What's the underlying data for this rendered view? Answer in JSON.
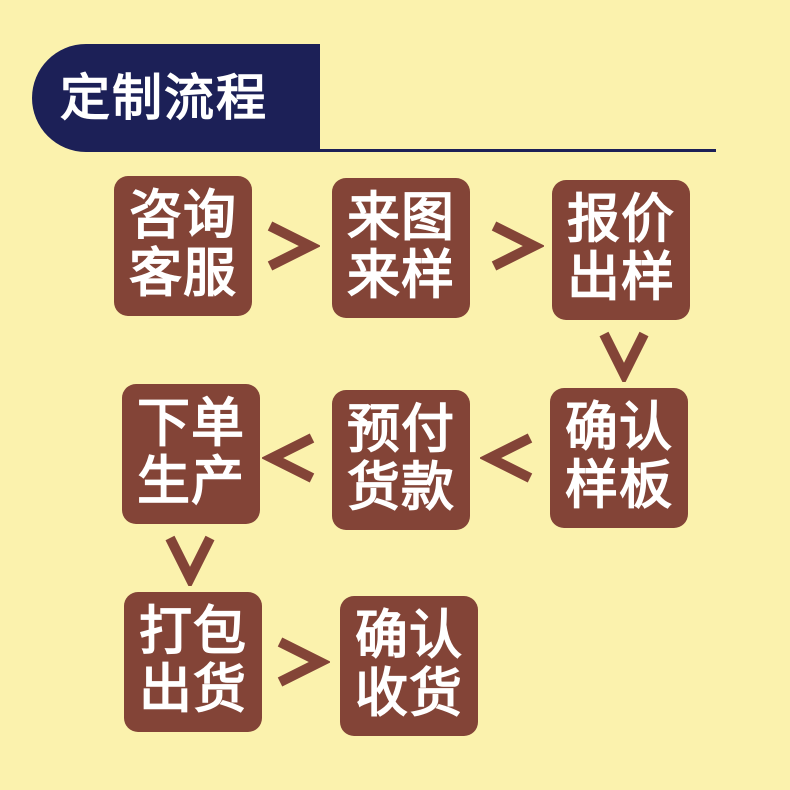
{
  "header": {
    "title": "定制流程"
  },
  "steps": [
    {
      "line1": "咨询",
      "line2": "客服"
    },
    {
      "line1": "来图",
      "line2": "来样"
    },
    {
      "line1": "报价",
      "line2": "出样"
    },
    {
      "line1": "确认",
      "line2": "样板"
    },
    {
      "line1": "预付",
      "line2": "货款"
    },
    {
      "line1": "下单",
      "line2": "生产"
    },
    {
      "line1": "打包",
      "line2": "出货"
    },
    {
      "line1": "确认",
      "line2": "收货"
    }
  ],
  "colors": {
    "background": "#fbf2ad",
    "header": "#1c2057",
    "box": "#834437",
    "text": "#ffffff"
  }
}
